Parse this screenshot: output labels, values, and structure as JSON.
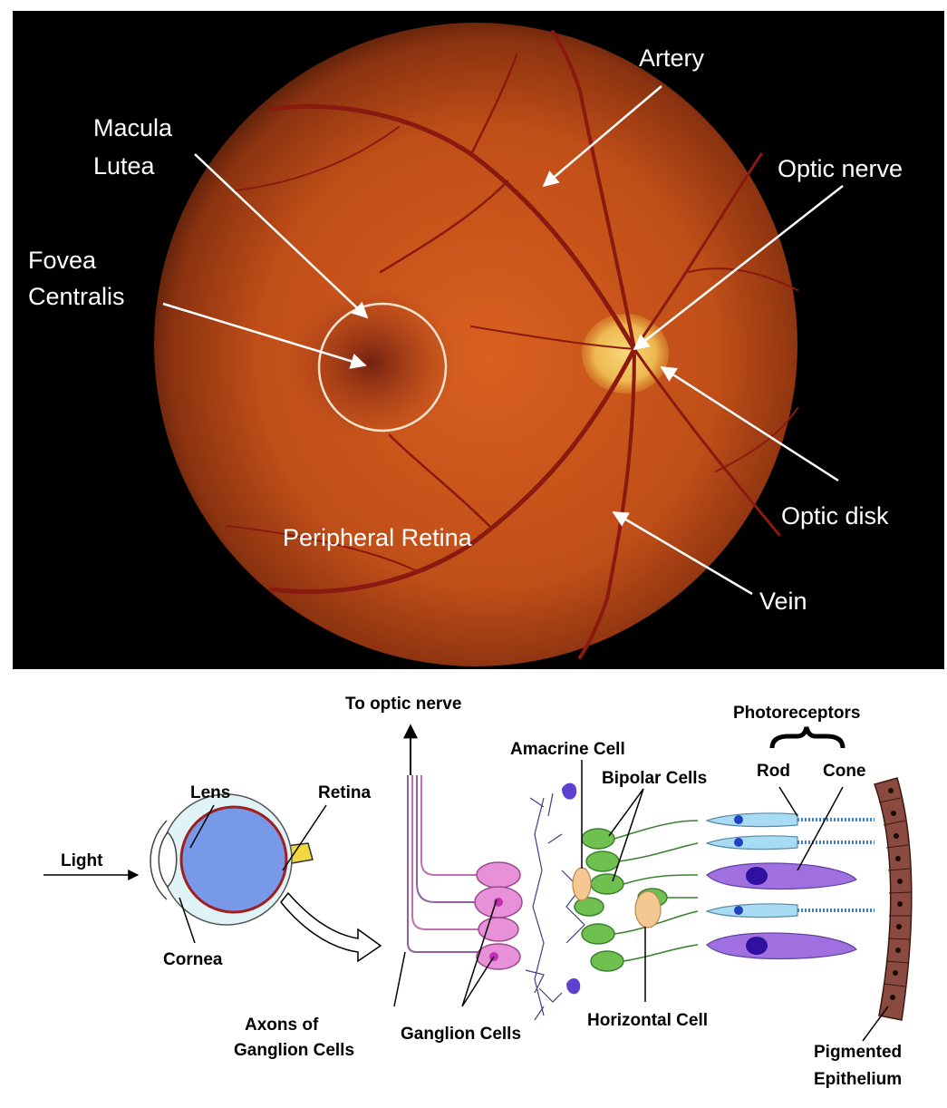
{
  "fundus": {
    "labels": {
      "artery": "Artery",
      "macula_1": "Macula",
      "macula_2": "Lutea",
      "optic_nerve": "Optic nerve",
      "fovea_1": "Fovea",
      "fovea_2": "Centralis",
      "optic_disk": "Optic disk",
      "peripheral": "Peripheral Retina",
      "vein": "Vein"
    }
  },
  "retina_diagram": {
    "labels": {
      "to_optic_nerve": "To optic nerve",
      "photoreceptors": "Photoreceptors",
      "amacrine": "Amacrine Cell",
      "bipolar": "Bipolar Cells",
      "rod": "Rod",
      "cone": "Cone",
      "lens": "Lens",
      "retina": "Retina",
      "light": "Light",
      "cornea": "Cornea",
      "axons_1": "Axons of",
      "axons_2": "Ganglion Cells",
      "ganglion": "Ganglion Cells",
      "horizontal": "Horizontal Cell",
      "pigmented_1": "Pigmented",
      "pigmented_2": "Epithelium"
    }
  },
  "colors": {
    "fundus_background": "#000000",
    "retina_orange": "#c8551a",
    "optic_disk": "#f0c060",
    "ganglion": "#e890d8",
    "bipolar": "#70c050",
    "horizontal": "#f4c890",
    "rod": "#a8dcf4",
    "cone": "#a070e0",
    "epithelium": "#8a4a40",
    "eyeball": "#7898e8"
  }
}
